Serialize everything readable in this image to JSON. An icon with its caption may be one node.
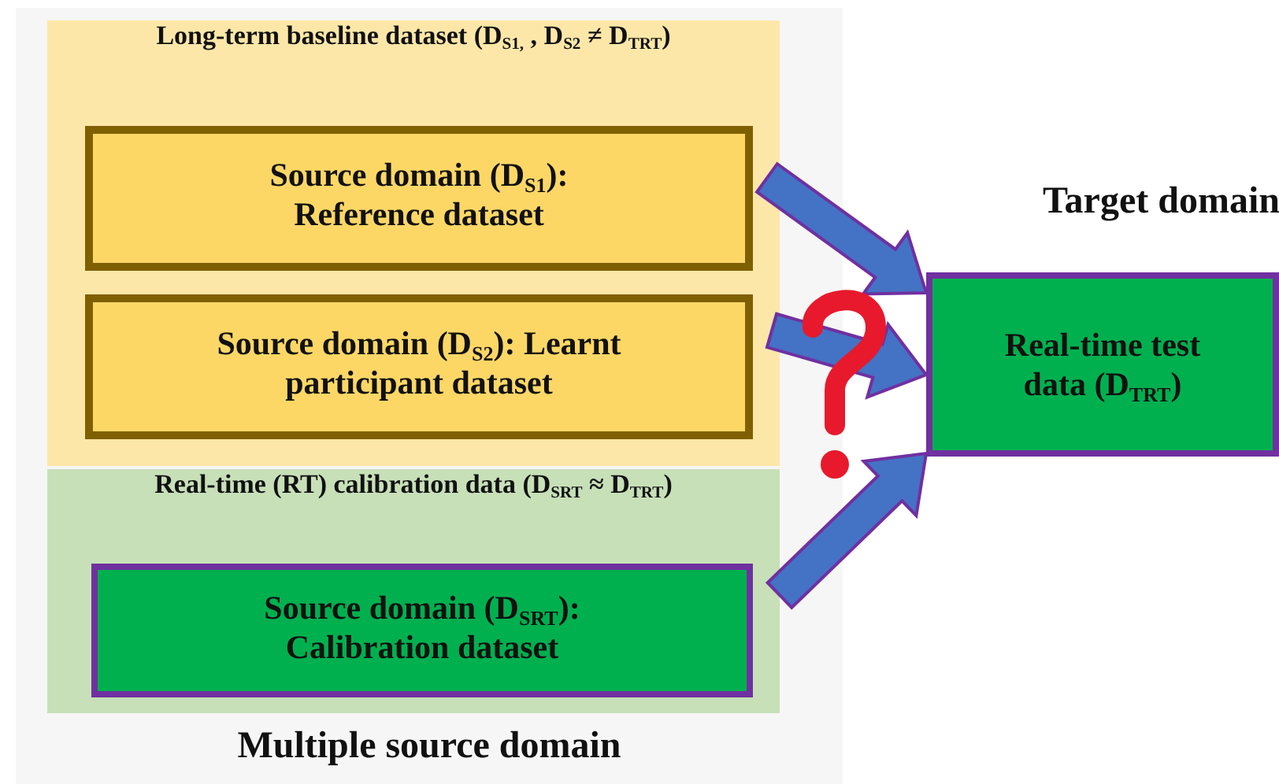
{
  "diagram": {
    "nodes": [
      {
        "text": [
          "Long-term baseline dataset (D$_{S1,}$ , D$_{S2}$ ≠  D$_{TRT}$)"
        ]
      },
      {
        "text": [
          "Source domain (D$_{S1}$): Reference dataset"
        ],
        "in": 0
      },
      {
        "text": [
          "Source domain (D$_{S2}$): Learnt participant dataset"
        ],
        "in": 0
      },
      {
        "text": [
          "Real-time (RT) calibration data (D$_{SRT}$ ≈  D$_{TRT}$)"
        ]
      },
      {
        "text": [
          "Source domain (D$_{SRT}$): Calibration dataset"
        ],
        "in": 3
      },
      {
        "text": [
          "Target domain",
          "Real-time test data (D$_{TRT}$)"
        ]
      }
    ],
    "edges": [
      {
        "from": 1,
        "to": 5,
        "arrow": "to"
      },
      {
        "from": 2,
        "to": 5,
        "arrow": "to"
      },
      {
        "from": 4,
        "to": 5,
        "arrow": "to"
      }
    ],
    "labels": [
      "Multiple source domain"
    ]
  }
}
